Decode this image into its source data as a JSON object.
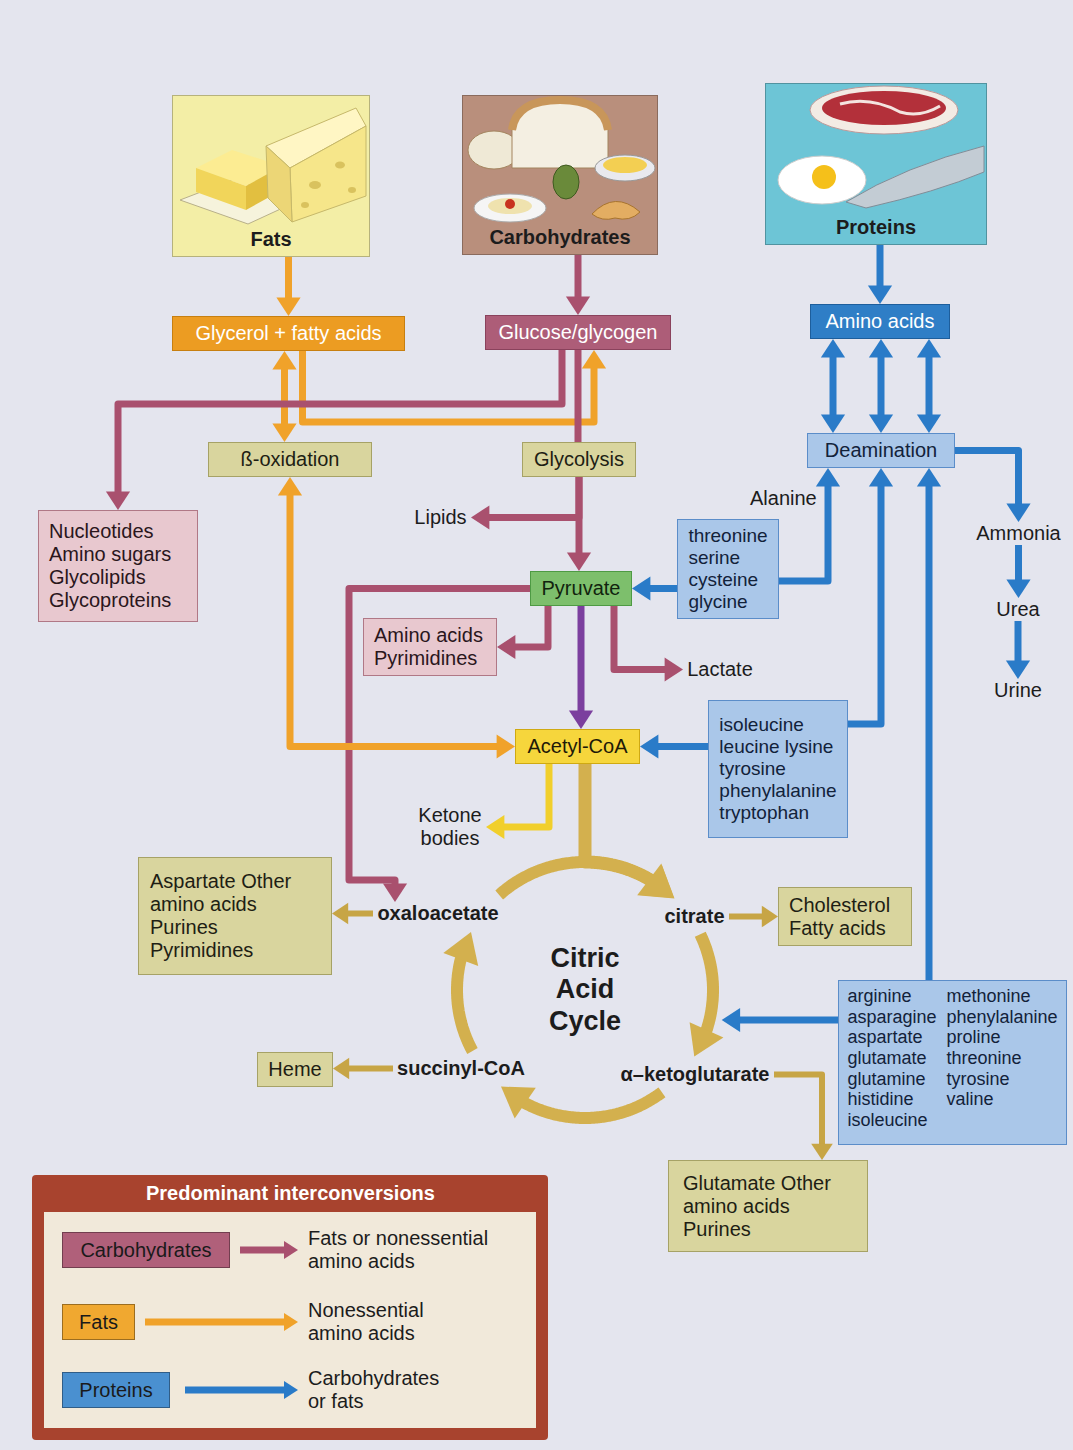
{
  "diagram": {
    "nodes": [
      {
        "text": [
          "Fats"
        ]
      },
      {
        "text": [
          "Carbohydrates"
        ]
      },
      {
        "text": [
          "Proteins"
        ]
      },
      {
        "text": [
          "Glycerol + fatty acids"
        ]
      },
      {
        "text": [
          "Glucose/glycogen"
        ]
      },
      {
        "text": [
          "Amino acids"
        ]
      },
      {
        "text": [
          "ß-oxidation"
        ]
      },
      {
        "text": [
          "Glycolysis"
        ]
      },
      {
        "text": [
          "Deamination"
        ]
      },
      {
        "text": [
          "Nucleotides Amino sugars Glycolipids Glycoproteins"
        ]
      },
      {
        "text": [
          "Lipids"
        ]
      },
      {
        "text": [
          "Ammonia"
        ]
      },
      {
        "text": [
          "threonine serine cysteine glycine"
        ]
      },
      {
        "text": [
          "Pyruvate"
        ]
      },
      {
        "text": [
          "Urea"
        ]
      },
      {
        "text": [
          "Amino acids Pyrimidines"
        ]
      },
      {
        "text": [
          "Lactate"
        ]
      },
      {
        "text": [
          "Urine"
        ]
      },
      {
        "text": [
          "isoleucine leucine lysine tyrosine phenylalanine tryptophan"
        ]
      },
      {
        "text": [
          "Acetyl-CoA"
        ]
      },
      {
        "text": [
          "Ketone bodies"
        ]
      },
      {
        "text": [
          "Aspartate Other amino acids Purines Pyrimidines"
        ]
      },
      {
        "text": [
          "Cholesterol Fatty acids"
        ]
      },
      {
        "text": [
          "oxaloacetate"
        ]
      },
      {
        "text": [
          "citrate"
        ]
      },
      {
        "text": [
          "Citric Acid Cycle"
        ]
      },
      {
        "text": [
          "arginine asparagine aspartate glutamate glutamine histidine isoleucine",
          "methonine phenylalanine proline threonine tyrosine valine"
        ]
      },
      {
        "text": [
          "Heme"
        ]
      },
      {
        "text": [
          "succinyl-CoA"
        ]
      },
      {
        "text": [
          "α–ketoglutarate"
        ]
      },
      {
        "text": [
          "Glutamate Other amino acids Purines"
        ]
      }
    ],
    "edges": [
      {
        "from": 0,
        "to": 3,
        "arrow": "to"
      },
      {
        "from": 1,
        "to": 4,
        "arrow": "to"
      },
      {
        "from": 2,
        "to": 5,
        "arrow": "to"
      },
      {
        "from": 3,
        "to": 6,
        "arrow": "both"
      },
      {
        "from": 3,
        "to": 4,
        "arrow": "to"
      },
      {
        "from": 4,
        "to": 9,
        "arrow": "to"
      },
      {
        "from": 4,
        "to": 7,
        "arrow": "none"
      },
      {
        "from": 5,
        "to": 8,
        "arrow": "both"
      },
      {
        "from": 5,
        "to": 8,
        "arrow": "both"
      },
      {
        "from": 5,
        "to": 8,
        "arrow": "both"
      },
      {
        "from": 8,
        "to": 11,
        "arrow": "to"
      },
      {
        "from": 7,
        "to": 10,
        "arrow": "to"
      },
      {
        "from": 7,
        "to": 13,
        "arrow": "to"
      },
      {
        "from": 12,
        "to": 8,
        "label": "Alanine",
        "arrow": "to"
      },
      {
        "from": 12,
        "to": 13,
        "arrow": "to"
      },
      {
        "from": 11,
        "to": 14,
        "arrow": "to"
      },
      {
        "from": 13,
        "to": 15,
        "arrow": "to"
      },
      {
        "from": 13,
        "to": 16,
        "arrow": "to"
      },
      {
        "from": 14,
        "to": 17,
        "arrow": "to"
      },
      {
        "from": 13,
        "to": 19,
        "arrow": "to"
      },
      {
        "from": 13,
        "to": 23,
        "arrow": "to"
      },
      {
        "from": 6,
        "to": 19,
        "arrow": "both"
      },
      {
        "from": 18,
        "to": 8,
        "arrow": "to"
      },
      {
        "from": 18,
        "to": 19,
        "arrow": "to"
      },
      {
        "from": 19,
        "to": 20,
        "arrow": "to"
      },
      {
        "from": 19,
        "to": 24,
        "arrow": "to"
      },
      {
        "from": 23,
        "to": 21,
        "arrow": "to"
      },
      {
        "from": 24,
        "to": 22,
        "arrow": "to"
      },
      {
        "from": 23,
        "to": 24,
        "arrow": "to"
      },
      {
        "from": 24,
        "to": 29,
        "arrow": "to"
      },
      {
        "from": 29,
        "to": 28,
        "arrow": "to"
      },
      {
        "from": 28,
        "to": 23,
        "arrow": "to"
      },
      {
        "from": 26,
        "to": 8,
        "arrow": "to"
      },
      {
        "from": 26,
        "to": 25,
        "arrow": "to"
      },
      {
        "from": 28,
        "to": 27,
        "arrow": "to"
      },
      {
        "from": 29,
        "to": 30,
        "arrow": "to"
      }
    ],
    "labels": [
      "Predominant interconversions",
      "Fats or nonessential amino acids",
      "Nonessential amino acids",
      "Carbohydrates or fats"
    ],
    "legend": [
      {
        "text": "Carbohydrates",
        "color": "#b0607a"
      },
      {
        "text": "Fats",
        "color": "#f0a830"
      },
      {
        "text": "Proteins",
        "color": "#4a90d0"
      }
    ]
  }
}
